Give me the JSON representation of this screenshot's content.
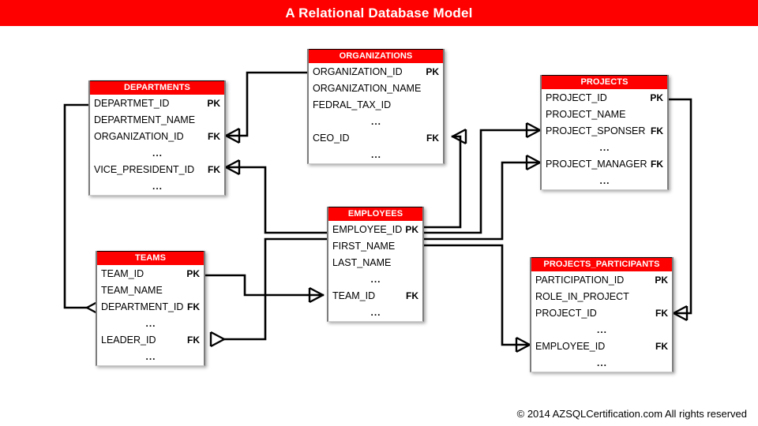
{
  "header": {
    "title": "A Relational Database Model",
    "bar_color": "#FE0000",
    "title_color": "#FFFFFF"
  },
  "footer": {
    "copyright": "© 2014 AZSQLCertification.com  All rights reserved"
  },
  "legend": {
    "pk": "PK",
    "fk": "FK",
    "ellipsis": "..."
  },
  "entities": {
    "departments": {
      "name": "DEPARTMENTS",
      "fields": [
        {
          "name": "DEPARTMET_ID",
          "key": "PK"
        },
        {
          "name": "DEPARTMENT_NAME",
          "key": ""
        },
        {
          "name": "ORGANIZATION_ID",
          "key": "FK"
        },
        {
          "name": "...",
          "key": ""
        },
        {
          "name": "VICE_PRESIDENT_ID",
          "key": "FK"
        },
        {
          "name": "...",
          "key": ""
        }
      ]
    },
    "organizations": {
      "name": "ORGANIZATIONS",
      "fields": [
        {
          "name": "ORGANIZATION_ID",
          "key": "PK"
        },
        {
          "name": "ORGANIZATION_NAME",
          "key": ""
        },
        {
          "name": "FEDRAL_TAX_ID",
          "key": ""
        },
        {
          "name": "...",
          "key": ""
        },
        {
          "name": "CEO_ID",
          "key": "FK"
        },
        {
          "name": "...",
          "key": ""
        }
      ]
    },
    "projects": {
      "name": "PROJECTS",
      "fields": [
        {
          "name": "PROJECT_ID",
          "key": "PK"
        },
        {
          "name": "PROJECT_NAME",
          "key": ""
        },
        {
          "name": "PROJECT_SPONSER",
          "key": "FK"
        },
        {
          "name": "...",
          "key": ""
        },
        {
          "name": "PROJECT_MANAGER",
          "key": "FK"
        },
        {
          "name": "...",
          "key": ""
        }
      ]
    },
    "employees": {
      "name": "EMPLOYEES",
      "fields": [
        {
          "name": "EMPLOYEE_ID",
          "key": "PK"
        },
        {
          "name": "FIRST_NAME",
          "key": ""
        },
        {
          "name": "LAST_NAME",
          "key": ""
        },
        {
          "name": "...",
          "key": ""
        },
        {
          "name": "TEAM_ID",
          "key": "FK"
        },
        {
          "name": "...",
          "key": ""
        }
      ]
    },
    "teams": {
      "name": "TEAMS",
      "fields": [
        {
          "name": "TEAM_ID",
          "key": "PK"
        },
        {
          "name": "TEAM_NAME",
          "key": ""
        },
        {
          "name": "DEPARTMENT_ID",
          "key": "FK"
        },
        {
          "name": "...",
          "key": ""
        },
        {
          "name": "LEADER_ID",
          "key": "FK"
        },
        {
          "name": "...",
          "key": ""
        }
      ]
    },
    "projects_participants": {
      "name": "PROJECTS_PARTICIPANTS",
      "fields": [
        {
          "name": "PARTICIPATION_ID",
          "key": "PK"
        },
        {
          "name": "ROLE_IN_PROJECT",
          "key": ""
        },
        {
          "name": "PROJECT_ID",
          "key": "FK"
        },
        {
          "name": "...",
          "key": ""
        },
        {
          "name": "EMPLOYEE_ID",
          "key": "FK"
        },
        {
          "name": "...",
          "key": ""
        }
      ]
    }
  },
  "relationships": [
    {
      "from": "ORGANIZATIONS.ORGANIZATION_ID",
      "to": "DEPARTMENTS.ORGANIZATION_ID",
      "type": "one-to-many"
    },
    {
      "from": "DEPARTMENTS.DEPARTMET_ID",
      "to": "TEAMS.DEPARTMENT_ID",
      "type": "one-to-many"
    },
    {
      "from": "EMPLOYEES.EMPLOYEE_ID",
      "to": "DEPARTMENTS.VICE_PRESIDENT_ID",
      "type": "one-to-many"
    },
    {
      "from": "EMPLOYEES.EMPLOYEE_ID",
      "to": "TEAMS.LEADER_ID",
      "type": "one-to-many"
    },
    {
      "from": "TEAMS.TEAM_ID",
      "to": "EMPLOYEES.TEAM_ID",
      "type": "one-to-many"
    },
    {
      "from": "EMPLOYEES.EMPLOYEE_ID",
      "to": "ORGANIZATIONS.CEO_ID",
      "type": "one-to-many"
    },
    {
      "from": "EMPLOYEES.EMPLOYEE_ID",
      "to": "PROJECTS.PROJECT_SPONSER",
      "type": "one-to-many"
    },
    {
      "from": "EMPLOYEES.EMPLOYEE_ID",
      "to": "PROJECTS.PROJECT_MANAGER",
      "type": "one-to-many"
    },
    {
      "from": "EMPLOYEES.EMPLOYEE_ID",
      "to": "PROJECTS_PARTICIPANTS.EMPLOYEE_ID",
      "type": "one-to-many"
    },
    {
      "from": "PROJECTS.PROJECT_ID",
      "to": "PROJECTS_PARTICIPANTS.PROJECT_ID",
      "type": "one-to-many"
    }
  ]
}
